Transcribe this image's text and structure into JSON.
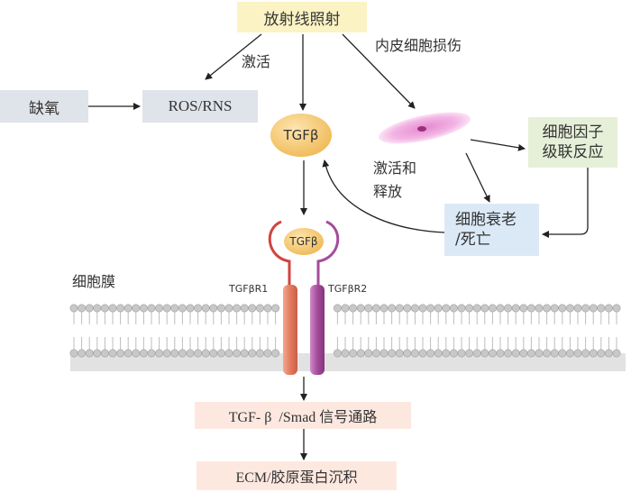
{
  "nodes": {
    "radiation": "放射线照射",
    "hypoxia": "缺氧",
    "ros_rns": "ROS/RNS",
    "tgfb": "TGFβ",
    "cytokine_line1": "细胞因子",
    "cytokine_line2": "级联反应",
    "senescence_line1": "细胞衰老",
    "senescence_line2": "/死亡",
    "smad": "TGF- β  /Smad 信号通路",
    "ecm": "ECM/胶原蛋白沉积",
    "receptor_ligand": "TGFβ"
  },
  "labels": {
    "activation": "激活",
    "endothelial_damage": "内皮细胞损伤",
    "activate_release_line1": "激活和",
    "activate_release_line2": "释放",
    "membrane": "细胞膜",
    "receptor1": "TGFβR1",
    "receptor2": "TGFβR2"
  },
  "colors": {
    "yellow_box": "#fbf3c4",
    "gray_box": "#dfe3ea",
    "green_box": "#e6f0d8",
    "blue_box": "#dbe9f6",
    "peach_box": "#fde8e0",
    "tgfb_ball": "#f5c97a",
    "receptor1": "#e07a5f",
    "receptor2": "#a54c9a",
    "membrane": "#bdbdbd"
  }
}
